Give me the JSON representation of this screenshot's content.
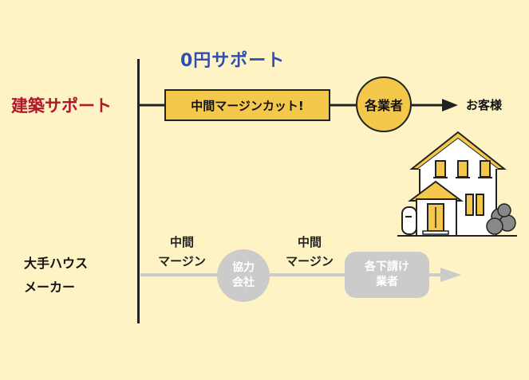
{
  "title": "0円サポート",
  "top_row": {
    "label": "建築サポート",
    "cut_box": "中間マージンカット!",
    "vendor": "各業者",
    "customer": "お客様"
  },
  "bottom_row": {
    "label": "大手ハウス\nメーカー",
    "margin1": "中間\nマージン",
    "partner": "協力\n会社",
    "margin2": "中間\nマージン",
    "subcontractors": "各下請け\n業者"
  },
  "colors": {
    "background": "#fdf3c4",
    "accent_yellow": "#f4c84a",
    "title_blue": "#2f4fb0",
    "label_red": "#b0172a",
    "grey": "#cbcbcb"
  },
  "icons": {
    "house": "house-icon",
    "tree": "bush-icon"
  }
}
